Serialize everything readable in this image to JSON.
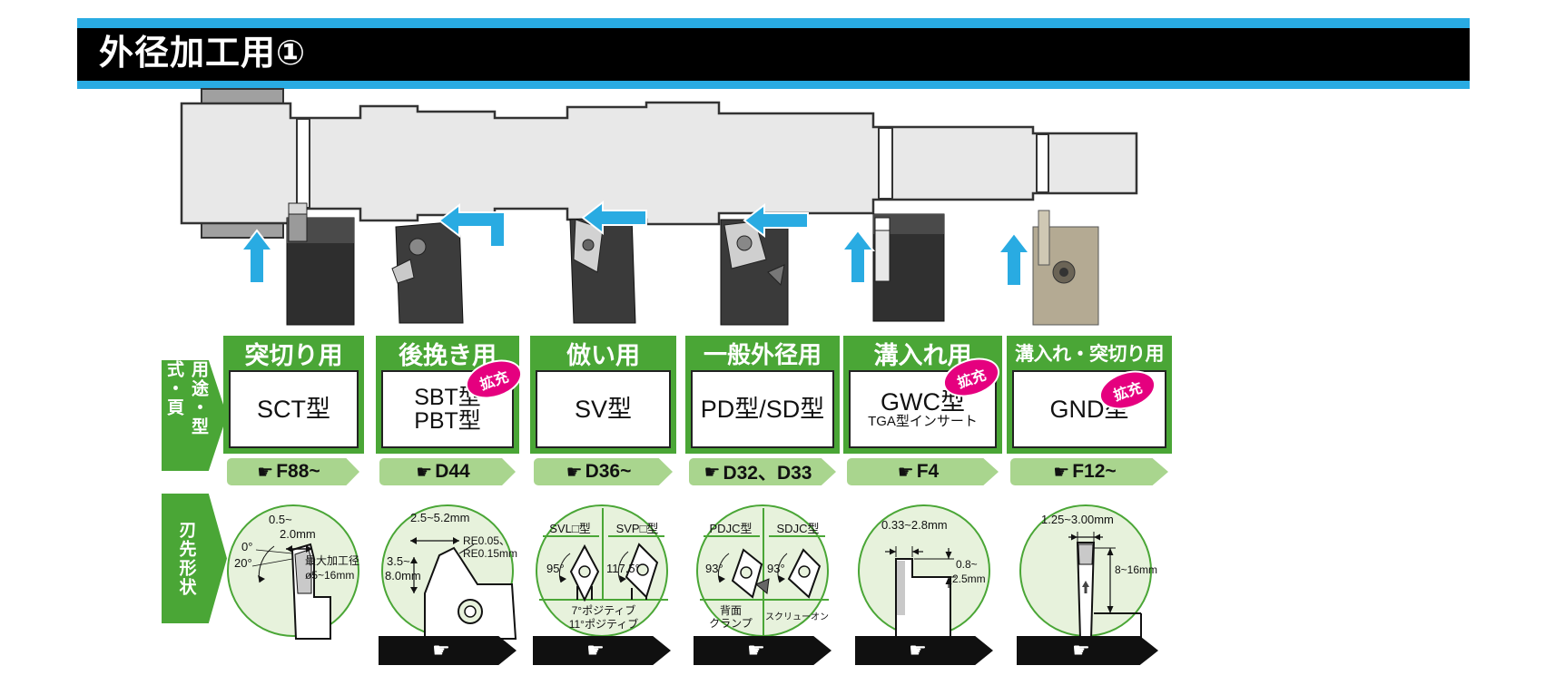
{
  "header": {
    "title": "外径加工用①"
  },
  "side_labels": {
    "usage": "用途・型式・頁",
    "tip_shape": "刃先形状"
  },
  "icons": {
    "pointer": "☛"
  },
  "badge_label": "拡充",
  "colors": {
    "green": "#4aa636",
    "light_green": "#a9d58e",
    "circle_fill": "#e7f2dc",
    "accent_blue": "#29abe2",
    "pink": "#e5007f",
    "header_black": "#000000"
  },
  "columns": [
    {
      "use": "突切り用",
      "model_lines": [
        "SCT型"
      ],
      "page": "F88~",
      "expanded": false,
      "tip": {
        "w1": "0.5~",
        "w2": "2.0mm",
        "a1": "0°",
        "a2": "20°",
        "n1": "最大加工径",
        "n2": "ø5~16mm"
      }
    },
    {
      "use": "後挽き用",
      "model_lines": [
        "SBT型",
        "PBT型"
      ],
      "page": "D44",
      "expanded": true,
      "tip": {
        "w": "2.5~5.2mm",
        "r1": "RE0.05、",
        "r2": "RE0.15mm",
        "h1": "3.5~",
        "h2": "8.0mm"
      }
    },
    {
      "use": "倣い用",
      "model_lines": [
        "SV型"
      ],
      "page": "D36~",
      "expanded": false,
      "tip": {
        "lm": "SVL□型",
        "rm": "SVP□型",
        "la": "95°",
        "ra": "117.5°",
        "cap1": "7°ポジティブ",
        "cap2": "11°ポジティブ"
      }
    },
    {
      "use": "一般外径用",
      "model_lines": [
        "PD型/SD型"
      ],
      "page": "D32、D33",
      "expanded": false,
      "tip": {
        "lm": "PDJC型",
        "rm": "SDJC型",
        "la": "93°",
        "ra": "93°",
        "lcap1": "背面",
        "lcap2": "クランプ",
        "rcap": "スクリューオン"
      }
    },
    {
      "use": "溝入れ用",
      "model_lines": [
        "GWC型",
        "TGA型インサート"
      ],
      "page": "F4",
      "expanded": true,
      "tip": {
        "w": "0.33~2.8mm",
        "d1": "0.8~",
        "d2": "2.5mm"
      }
    },
    {
      "use": "溝入れ・突切り用",
      "model_lines": [
        "GND型"
      ],
      "page": "F12~",
      "expanded": true,
      "tip": {
        "w": "1.25~3.00mm",
        "d": "8~16mm"
      }
    }
  ]
}
